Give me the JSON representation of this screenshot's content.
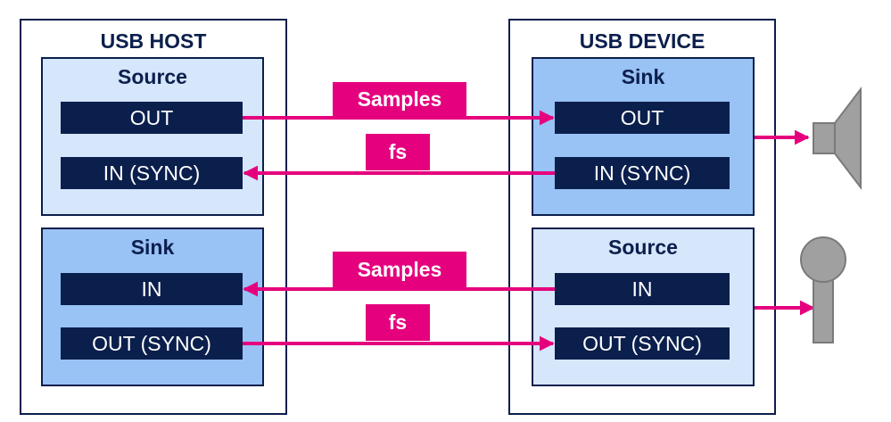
{
  "host": {
    "title": "USB HOST",
    "source": {
      "title": "Source",
      "out": "OUT",
      "in_sync": "IN (SYNC)"
    },
    "sink": {
      "title": "Sink",
      "in": "IN",
      "out_sync": "OUT (SYNC)"
    }
  },
  "device": {
    "title": "USB DEVICE",
    "sink": {
      "title": "Sink",
      "out": "OUT",
      "in_sync": "IN (SYNC)"
    },
    "source": {
      "title": "Source",
      "in": "IN",
      "out_sync": "OUT (SYNC)"
    }
  },
  "links": {
    "samples_top": "Samples",
    "fs_top": "fs",
    "samples_bottom": "Samples",
    "fs_bottom": "fs"
  },
  "colors": {
    "navy": "#0b1f4d",
    "magenta": "#e5007e",
    "light_panel": "#d6e6fb",
    "mid_panel": "#99c2f5",
    "icon_gray": "#a0a0a0"
  },
  "icons": {
    "speaker": "speaker-icon",
    "microphone": "microphone-icon"
  }
}
